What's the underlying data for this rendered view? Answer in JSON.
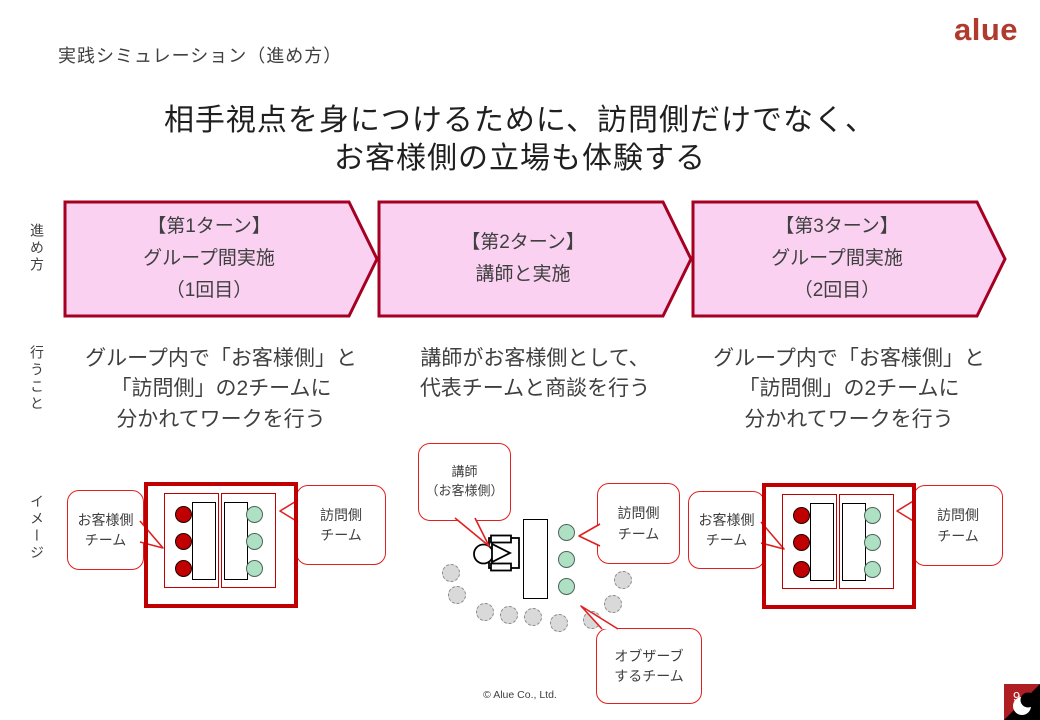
{
  "header": {
    "title": "実践シミュレーション（進め方）",
    "logo": "alue"
  },
  "heading": "相手視点を身につけるために、訪問側だけでなく、\nお客様側の立場も体験する",
  "row_labels": {
    "process": "進め方",
    "action": "行うこと",
    "image": "イメージ"
  },
  "turns": [
    {
      "arrow": "【第1ターン】\nグループ間実施\n（1回目）",
      "action": "グループ内で「お客様側」と\n「訪問側」の2チームに\n分かれてワークを行う"
    },
    {
      "arrow": "【第2ターン】\n講師と実施",
      "action": "講師がお客様側として、\n代表チームと商談を行う"
    },
    {
      "arrow": "【第3ターン】\nグループ間実施\n（2回目）",
      "action": "グループ内で「お客様側」と\n「訪問側」の2チームに\n分かれてワークを行う"
    }
  ],
  "diagram_group1": {
    "customer": "お客様側\nチーム",
    "visitor": "訪問側\nチーム"
  },
  "diagram_instructor": {
    "instructor": "講師\n（お客様側）",
    "visitor": "訪問側\nチーム",
    "observer": "オブザーブ\nするチーム"
  },
  "diagram_group2": {
    "customer": "お客様側\nチーム",
    "visitor": "訪問側\nチーム"
  },
  "footer": {
    "copyright": "© Alue Co., Ltd.",
    "page_number": "9"
  },
  "icons": {
    "person": "instructor-seat-person-icon",
    "crescent": "alue-crescent-icon",
    "red_dot": "customer-participant-dot",
    "green_dot": "visitor-participant-dot",
    "gray_dot": "observer-participant-dot"
  },
  "colors": {
    "arrow_fill": "#fad1f1",
    "arrow_border": "#a50021",
    "box_red": "#c00000",
    "callout_red": "#e02020",
    "logo_red": "#b03a2e",
    "dot_red": "#c00000",
    "dot_green": "#aee0c4",
    "dot_gray": "#d9d9d9",
    "corner_red": "#af1e23"
  }
}
